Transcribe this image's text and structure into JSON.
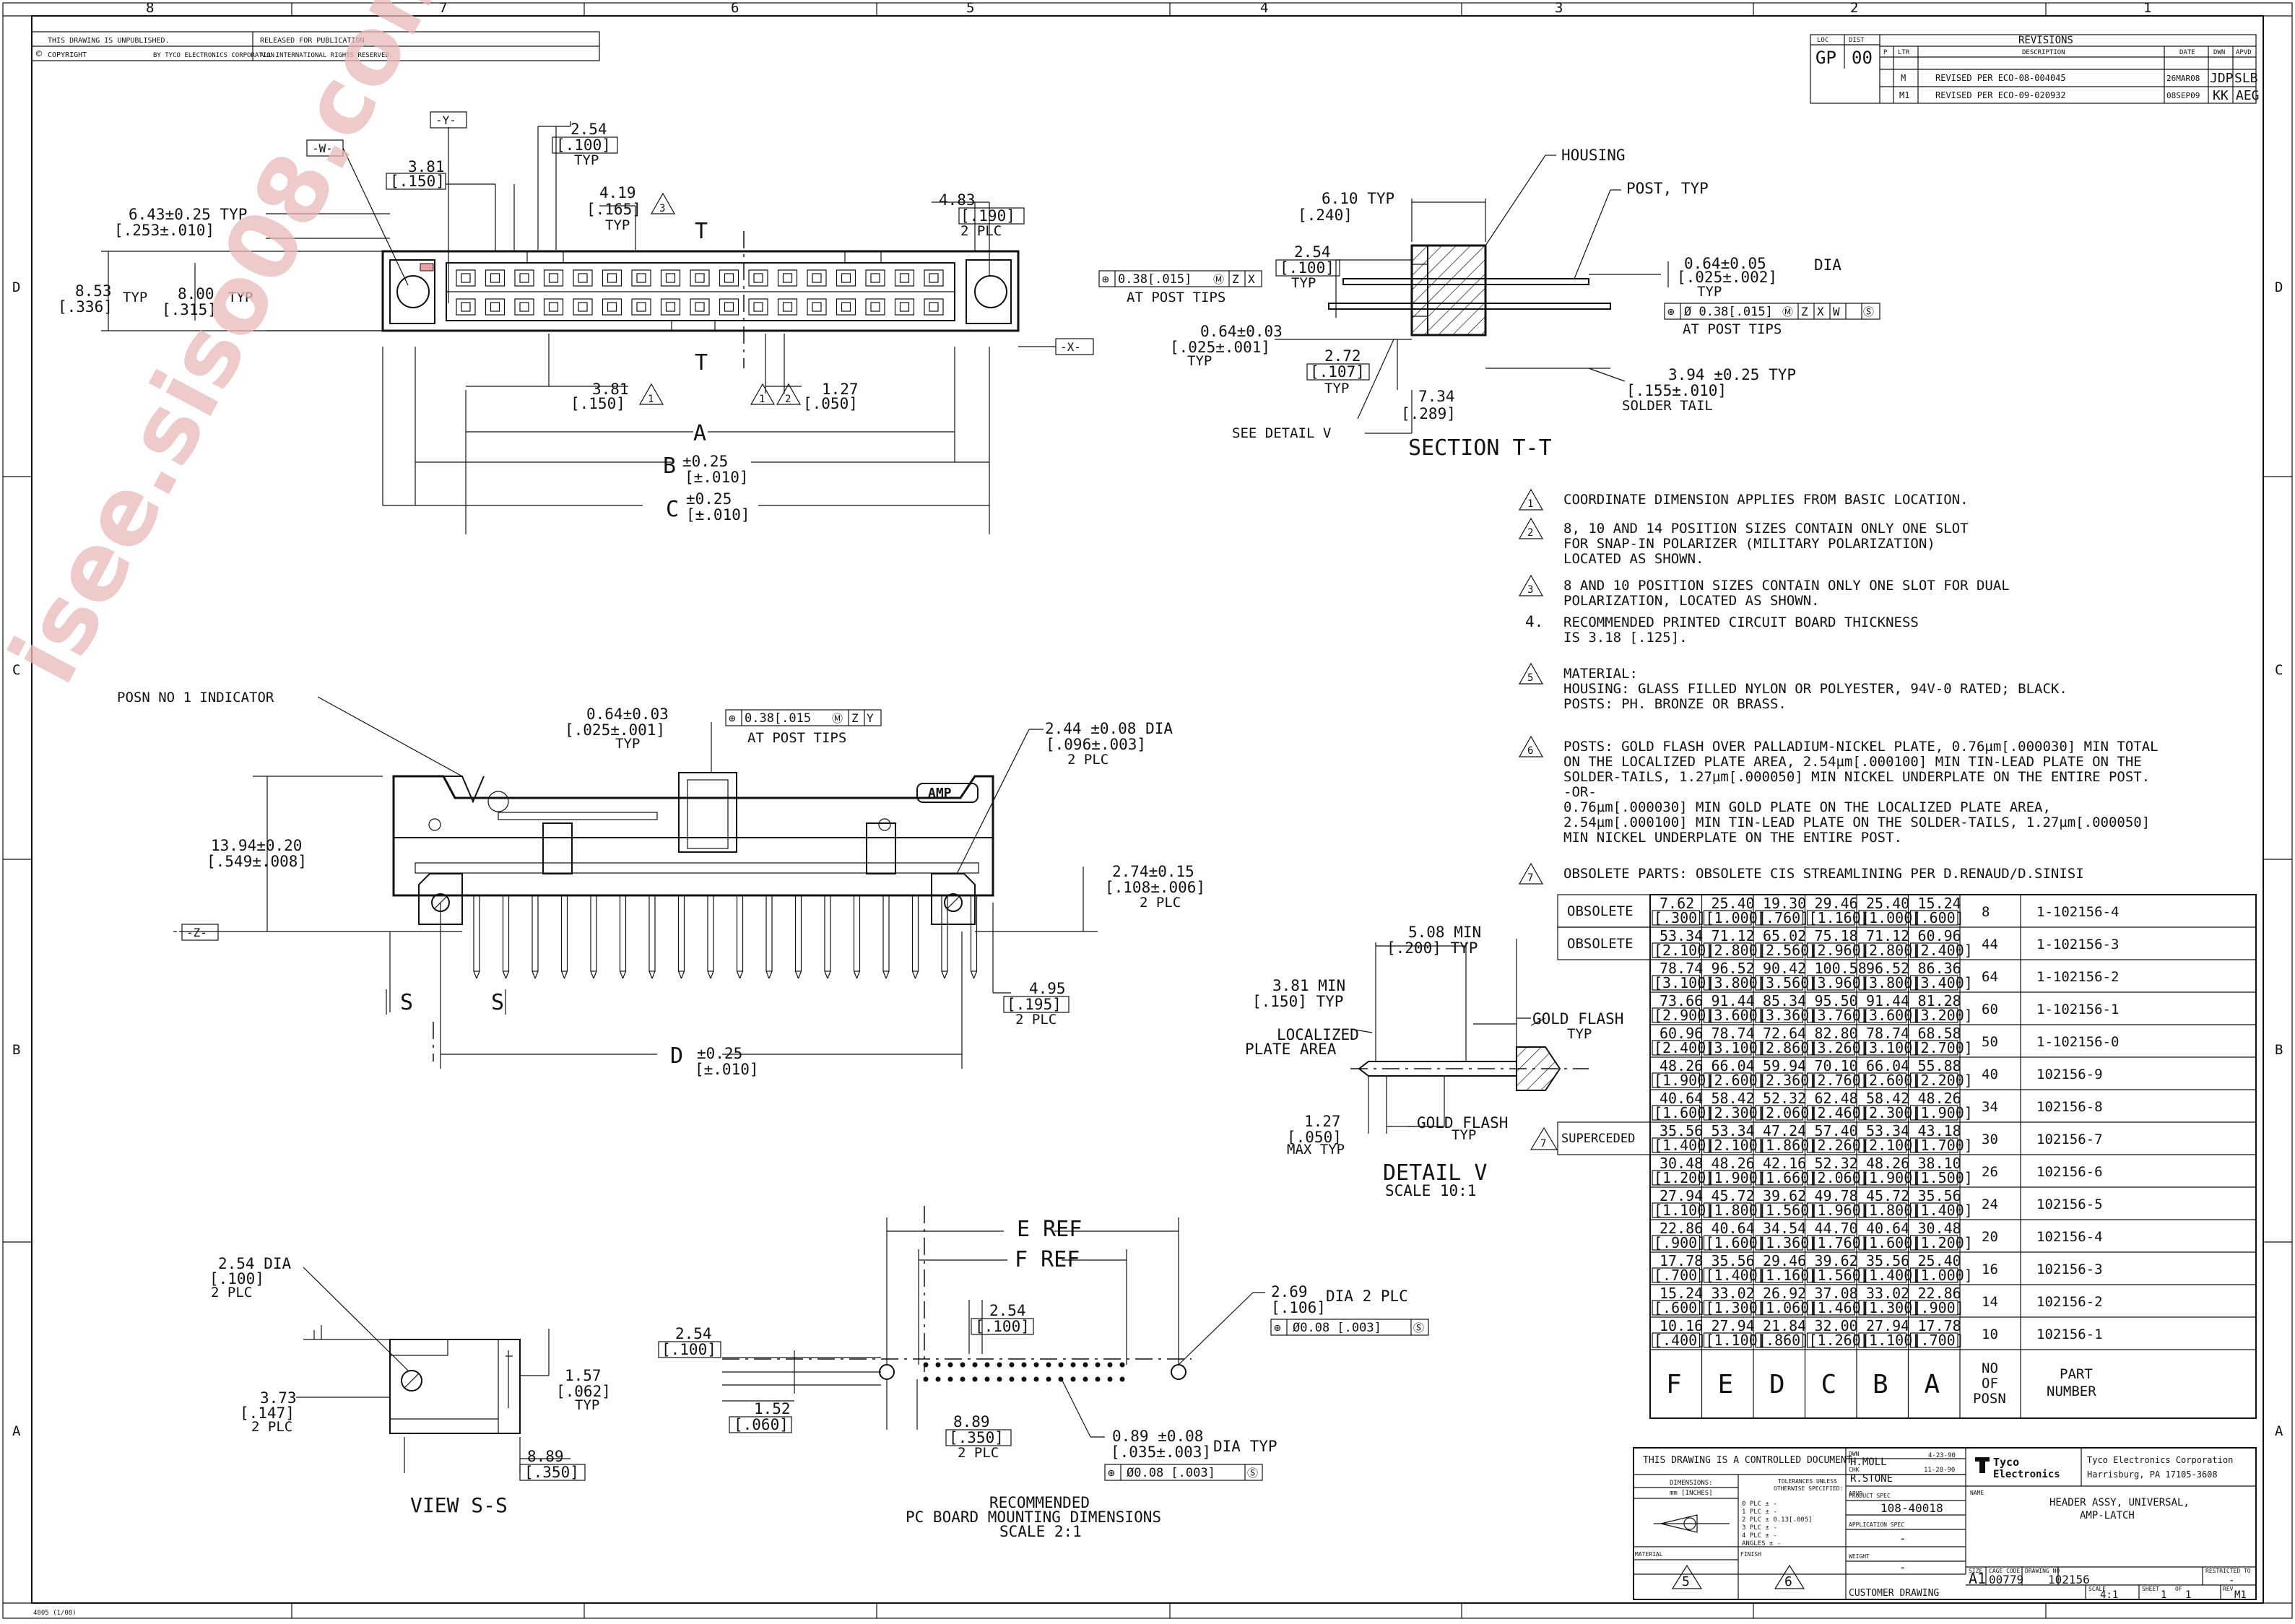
{
  "border": {
    "columns": [
      "8",
      "7",
      "6",
      "5",
      "4",
      "3",
      "2",
      "1"
    ],
    "rows": [
      "D",
      "C",
      "B",
      "A"
    ]
  },
  "header_block": {
    "unpublished": "THIS DRAWING IS UNPUBLISHED.",
    "released": "RELEASED FOR PUBLICATION",
    "copyright": "COPYRIGHT",
    "by": "BY TYCO ELECTRONICS CORPORATION.",
    "rights": "ALL INTERNATIONAL RIGHTS RESERVED."
  },
  "revisions": {
    "title": "REVISIONS",
    "loc_label": "LOC",
    "dist_label": "DIST",
    "loc": "GP",
    "dist": "00",
    "columns": [
      "P",
      "LTR",
      "DESCRIPTION",
      "DATE",
      "DWN",
      "APVD"
    ],
    "rows": [
      {
        "ltr": "M",
        "desc": "REVISED PER ECO-08-004045",
        "date": "26MAR08",
        "dwn": "JDP",
        "apvd": "SLB"
      },
      {
        "ltr": "M1",
        "desc": "REVISED PER ECO-09-020932",
        "date": "08SEP09",
        "dwn": "KK",
        "apvd": "AEG"
      }
    ]
  },
  "top_view": {
    "datum_w": "-W-",
    "datum_y": "-Y-",
    "datum_x": "-X-",
    "d254": "2.54",
    "d254i": "[.100]",
    "typ": "TYP",
    "d381": "3.81",
    "d381i": "[.150]",
    "d419": "4.19",
    "d419i": "[.165]",
    "n3": "3",
    "d643": "6.43±0.25 TYP",
    "d643i": "[.253±.010]",
    "d483": "4.83",
    "d483i": "[.190]",
    "plc2": "2 PLC",
    "d853": "8.53",
    "d853i": "[.336]",
    "d800": "8.00",
    "d800i": "[.315]",
    "section_t": "T",
    "d381b": "3.81",
    "d381bi": "[.150]",
    "n1": "1",
    "n2": "2",
    "d127": "1.27",
    "d127i": "[.050]",
    "dimA": "A",
    "dimB": "B",
    "dimC": "C",
    "tol025": "±0.25",
    "tol010": "[±.010]"
  },
  "section_tt": {
    "housing": "HOUSING",
    "post": "POST, TYP",
    "d610": "6.10  TYP",
    "d610i": "[.240]",
    "d254": "2.54",
    "d254i": "[.100]",
    "typ": "TYP",
    "fcf1": [
      "⊕",
      "0.38[.015]",
      "Ⓜ",
      "Z",
      "X"
    ],
    "at_tips": "AT POST TIPS",
    "d064": "0.64±0.05",
    "d064i": "[.025±.002]",
    "dia": "DIA",
    "fcf2": [
      "⊕",
      "Ø 0.38[.015]",
      "Ⓜ",
      "Z",
      "X",
      "W",
      "Ⓢ"
    ],
    "d064b": "0.64±0.03",
    "d064bi": "[.025±.001]",
    "d272": "2.72",
    "d272i": "[.107]",
    "d394": "3.94 ±0.25 TYP",
    "d394i": "[.155±.010]",
    "solder_tail": "SOLDER TAIL",
    "d734": "7.34",
    "d734i": "[.289]",
    "see_detail": "SEE DETAIL V",
    "title": "SECTION  T-T"
  },
  "notes": [
    {
      "num": "1",
      "flag": true,
      "lines": [
        "COORDINATE DIMENSION APPLIES FROM BASIC LOCATION."
      ]
    },
    {
      "num": "2",
      "flag": true,
      "lines": [
        "8, 10 AND 14 POSITION SIZES CONTAIN ONLY ONE SLOT",
        "FOR SNAP-IN POLARIZER (MILITARY POLARIZATION)",
        "LOCATED AS SHOWN."
      ]
    },
    {
      "num": "3",
      "flag": true,
      "lines": [
        "8 AND 10 POSITION SIZES CONTAIN ONLY ONE SLOT FOR DUAL",
        "POLARIZATION, LOCATED AS SHOWN."
      ]
    },
    {
      "num": "4.",
      "flag": false,
      "lines": [
        "RECOMMENDED PRINTED CIRCUIT BOARD THICKNESS",
        "IS 3.18 [.125]."
      ]
    },
    {
      "num": "5",
      "flag": true,
      "lines": [
        "MATERIAL:",
        "    HOUSING: GLASS FILLED NYLON OR POLYESTER, 94V-0 RATED; BLACK.",
        "       POSTS: PH. BRONZE OR BRASS."
      ]
    },
    {
      "num": "6",
      "flag": true,
      "lines": [
        "POSTS: GOLD FLASH OVER PALLADIUM-NICKEL PLATE, 0.76µm[.000030] MIN TOTAL",
        "ON THE LOCALIZED PLATE AREA, 2.54µm[.000100] MIN TIN-LEAD PLATE ON THE",
        "SOLDER-TAILS, 1.27µm[.000050] MIN NICKEL UNDERPLATE ON THE ENTIRE POST.",
        "-OR-",
        "0.76µm[.000030] MIN GOLD PLATE ON THE LOCALIZED PLATE AREA,",
        "2.54µm[.000100] MIN TIN-LEAD PLATE ON THE SOLDER-TAILS, 1.27µm[.000050]",
        "MIN NICKEL UNDERPLATE ON THE ENTIRE POST."
      ]
    },
    {
      "num": "7",
      "flag": true,
      "lines": [
        "OBSOLETE PARTS: OBSOLETE CIS STREAMLINING PER D.RENAUD/D.SINISI"
      ]
    }
  ],
  "front_view": {
    "posn1": "POSN NO 1 INDICATOR",
    "d064": "0.64±0.03",
    "d064i": "[.025±.001]",
    "typ": "TYP",
    "fcf": [
      "⊕",
      "0.38[.015",
      "Ⓜ",
      "Z",
      "Y"
    ],
    "at_tips": "AT POST TIPS",
    "d244": "2.44 ±0.08 DIA",
    "d244i": "[.096±.003]",
    "plc2": "2 PLC",
    "d1394": "13.94±0.20",
    "d1394i": "[.549±.008]",
    "d274": "2.74±0.15",
    "d274i": "[.108±.006]",
    "datum_z": "-Z-",
    "d495": "4.95",
    "d495i": "[.195]",
    "sec_s": "S",
    "dimD": "D",
    "tol025": "±0.25",
    "tol010": "[±.010]",
    "logo": "AMP"
  },
  "detail_v": {
    "d508": "5.08 MIN",
    "d508i": "[.200] TYP",
    "d381": "3.81 MIN",
    "d381i": "[.150] TYP",
    "gold_flash": "GOLD FLASH",
    "typ": "TYP",
    "localized": "LOCALIZED",
    "plate_area": "PLATE AREA",
    "d127": "1.27",
    "d127i": "[.050]",
    "max_typ": "MAX TYP",
    "title": "DETAIL  V",
    "scale": "SCALE 10:1"
  },
  "view_ss": {
    "d254": "2.54 DIA",
    "d254i": "[.100]",
    "plc2": "2 PLC",
    "d373": "3.73",
    "d373i": "[.147]",
    "d157": "1.57",
    "d157i": "[.062]",
    "typ": "TYP",
    "d889": "8.89",
    "d889i": "[.350]",
    "title": "VIEW  S-S"
  },
  "pcb": {
    "e_ref": "E REF",
    "f_ref": "F REF",
    "d269": "2.69",
    "d269i": "[.106]",
    "dia2": "DIA 2 PLC",
    "fcf1": [
      "⊕",
      "Ø0.08 [.003]",
      "Ⓢ"
    ],
    "d254a": "2.54",
    "d254ai": "[.100]",
    "d254b": "2.54",
    "d254bi": "[.100]",
    "d152": "1.52",
    "d152i": "[.060]",
    "d889": "8.89",
    "d889i": "[.350]",
    "plc2": "2 PLC",
    "d089": "0.89 ±0.08",
    "d089i": "[.035±.003]",
    "dia_typ": "DIA TYP",
    "fcf2": [
      "⊕",
      "Ø0.08 [.003]",
      "Ⓢ"
    ],
    "title1": "RECOMMENDED",
    "title2": "PC BOARD MOUNTING DIMENSIONS",
    "title3": "SCALE 2:1"
  },
  "table": {
    "rows": [
      {
        "status": "OBSOLETE",
        "vals": [
          [
            "7.62",
            "[.300]"
          ],
          [
            "25.40",
            "[1.000]"
          ],
          [
            "19.30",
            "[.760]"
          ],
          [
            "29.46",
            "[1.160]"
          ],
          [
            "25.40",
            "[1.000]"
          ],
          [
            "15.24",
            "[.600]"
          ]
        ],
        "posn": "8",
        "part": "1-102156-4"
      },
      {
        "status": "OBSOLETE",
        "vals": [
          [
            "53.34",
            "[2.100]"
          ],
          [
            "71.12",
            "[2.800]"
          ],
          [
            "65.02",
            "[2.560]"
          ],
          [
            "75.18",
            "[2.960]"
          ],
          [
            "71.12",
            "[2.800]"
          ],
          [
            "60.96",
            "[2.400]"
          ]
        ],
        "posn": "44",
        "part": "1-102156-3"
      },
      {
        "status": "",
        "vals": [
          [
            "78.74",
            "[3.100]"
          ],
          [
            "96.52",
            "[3.800]"
          ],
          [
            "90.42",
            "[3.560]"
          ],
          [
            "100.58",
            "[3.960]"
          ],
          [
            "96.52",
            "[3.800]"
          ],
          [
            "86.36",
            "[3.400]"
          ]
        ],
        "posn": "64",
        "part": "1-102156-2"
      },
      {
        "status": "",
        "vals": [
          [
            "73.66",
            "[2.900]"
          ],
          [
            "91.44",
            "[3.600]"
          ],
          [
            "85.34",
            "[3.360]"
          ],
          [
            "95.50",
            "[3.760]"
          ],
          [
            "91.44",
            "[3.600]"
          ],
          [
            "81.28",
            "[3.200]"
          ]
        ],
        "posn": "60",
        "part": "1-102156-1"
      },
      {
        "status": "",
        "vals": [
          [
            "60.96",
            "[2.400]"
          ],
          [
            "78.74",
            "[3.100]"
          ],
          [
            "72.64",
            "[2.860]"
          ],
          [
            "82.80",
            "[3.260]"
          ],
          [
            "78.74",
            "[3.100]"
          ],
          [
            "68.58",
            "[2.700]"
          ]
        ],
        "posn": "50",
        "part": "1-102156-0"
      },
      {
        "status": "",
        "vals": [
          [
            "48.26",
            "[1.900]"
          ],
          [
            "66.04",
            "[2.600]"
          ],
          [
            "59.94",
            "[2.360]"
          ],
          [
            "70.10",
            "[2.760]"
          ],
          [
            "66.04",
            "[2.600]"
          ],
          [
            "55.88",
            "[2.200]"
          ]
        ],
        "posn": "40",
        "part": "102156-9"
      },
      {
        "status": "",
        "vals": [
          [
            "40.64",
            "[1.600]"
          ],
          [
            "58.42",
            "[2.300]"
          ],
          [
            "52.32",
            "[2.060]"
          ],
          [
            "62.48",
            "[2.460]"
          ],
          [
            "58.42",
            "[2.300]"
          ],
          [
            "48.26",
            "[1.900]"
          ]
        ],
        "posn": "34",
        "part": "102156-8"
      },
      {
        "status": "SUPERCEDED",
        "vals": [
          [
            "35.56",
            "[1.400]"
          ],
          [
            "53.34",
            "[2.100]"
          ],
          [
            "47.24",
            "[1.860]"
          ],
          [
            "57.40",
            "[2.260]"
          ],
          [
            "53.34",
            "[2.100]"
          ],
          [
            "43.18",
            "[1.700]"
          ]
        ],
        "posn": "30",
        "part": "102156-7"
      },
      {
        "status": "",
        "vals": [
          [
            "30.48",
            "[1.200]"
          ],
          [
            "48.26",
            "[1.900]"
          ],
          [
            "42.16",
            "[1.660]"
          ],
          [
            "52.32",
            "[2.060]"
          ],
          [
            "48.26",
            "[1.900]"
          ],
          [
            "38.10",
            "[1.500]"
          ]
        ],
        "posn": "26",
        "part": "102156-6"
      },
      {
        "status": "",
        "vals": [
          [
            "27.94",
            "[1.100]"
          ],
          [
            "45.72",
            "[1.800]"
          ],
          [
            "39.62",
            "[1.560]"
          ],
          [
            "49.78",
            "[1.960]"
          ],
          [
            "45.72",
            "[1.800]"
          ],
          [
            "35.56",
            "[1.400]"
          ]
        ],
        "posn": "24",
        "part": "102156-5"
      },
      {
        "status": "",
        "vals": [
          [
            "22.86",
            "[.900]"
          ],
          [
            "40.64",
            "[1.600]"
          ],
          [
            "34.54",
            "[1.360]"
          ],
          [
            "44.70",
            "[1.760]"
          ],
          [
            "40.64",
            "[1.600]"
          ],
          [
            "30.48",
            "[1.200]"
          ]
        ],
        "posn": "20",
        "part": "102156-4"
      },
      {
        "status": "",
        "vals": [
          [
            "17.78",
            "[.700]"
          ],
          [
            "35.56",
            "[1.400]"
          ],
          [
            "29.46",
            "[1.160]"
          ],
          [
            "39.62",
            "[1.560]"
          ],
          [
            "35.56",
            "[1.400]"
          ],
          [
            "25.40",
            "[1.000]"
          ]
        ],
        "posn": "16",
        "part": "102156-3"
      },
      {
        "status": "",
        "vals": [
          [
            "15.24",
            "[.600]"
          ],
          [
            "33.02",
            "[1.300]"
          ],
          [
            "26.92",
            "[1.060]"
          ],
          [
            "37.08",
            "[1.460]"
          ],
          [
            "33.02",
            "[1.300]"
          ],
          [
            "22.86",
            "[.900]"
          ]
        ],
        "posn": "14",
        "part": "102156-2"
      },
      {
        "status": "",
        "vals": [
          [
            "10.16",
            "[.400]"
          ],
          [
            "27.94",
            "[1.100]"
          ],
          [
            "21.84",
            "[.860]"
          ],
          [
            "32.00",
            "[1.260]"
          ],
          [
            "27.94",
            "[1.100]"
          ],
          [
            "17.78",
            "[.700]"
          ]
        ],
        "posn": "10",
        "part": "102156-1"
      }
    ],
    "header": [
      "F",
      "E",
      "D",
      "C",
      "B",
      "A"
    ],
    "no_of": "NO",
    "of": "OF",
    "posn": "POSN",
    "part": "PART",
    "number": "NUMBER",
    "flag7": "7"
  },
  "title_block": {
    "controlled": "THIS DRAWING IS A CONTROLLED DOCUMENT.",
    "dwn_label": "DWN",
    "dwn": "H.MOLL",
    "dwn_date": "4-23-90",
    "chk_label": "CHK",
    "chk": "R.STONE",
    "chk_date": "11-28-90",
    "apvd_label": "APVD",
    "company": "Tyco Electronics Corporation",
    "address": "Harrisburg, PA 17105-3608",
    "logo1": "Tyco",
    "logo2": "Electronics",
    "dimensions": "DIMENSIONS:",
    "units": "mm [INCHES]",
    "tolerances": "TOLERANCES UNLESS",
    "otherwise": "OTHERWISE SPECIFIED:",
    "tol_lines": [
      "0 PLC    ±  -",
      "1 PLC    ±  -",
      "2 PLC    ±  0.13[.005]",
      "3 PLC    ±  -",
      "4 PLC    ±  -",
      "ANGLES   ±  -"
    ],
    "prod_spec_label": "PRODUCT SPEC",
    "prod_spec": "108-40018",
    "app_spec_label": "APPLICATION SPEC",
    "app_spec": "-",
    "weight_label": "WEIGHT",
    "weight": "-",
    "name_label": "NAME",
    "name1": "HEADER ASSY, UNIVERSAL,",
    "name2": "AMP-LATCH",
    "material_label": "MATERIAL",
    "finish_label": "FINISH",
    "mat_flag": "5",
    "fin_flag": "6",
    "size_label": "SIZE",
    "size": "A1",
    "cage_label": "CAGE CODE",
    "cage": "00779",
    "dwg_label": "DRAWING NO",
    "dwg": "102156",
    "restricted_label": "RESTRICTED TO",
    "restricted": "-",
    "customer": "CUSTOMER DRAWING",
    "scale_label": "SCALE",
    "scale": "4:1",
    "sheet_label": "SHEET",
    "sheet": "1",
    "of": "OF",
    "sheets": "1",
    "rev_label": "REV",
    "rev": "M1",
    "form": "4805 (1/08)"
  },
  "watermark": "isee.siso08.com",
  "colors": {
    "watermark": "#e9b8b8",
    "ink": "#111111"
  }
}
